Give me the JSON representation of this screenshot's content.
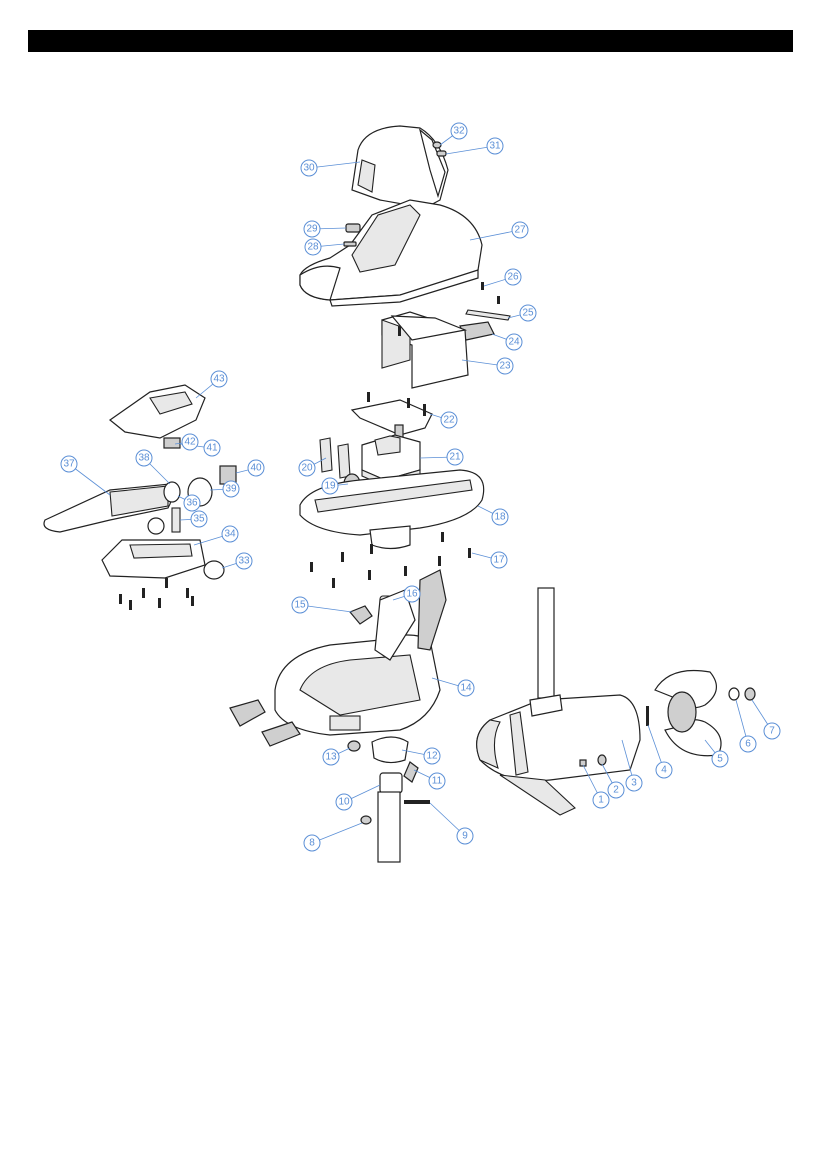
{
  "callouts": [
    {
      "label": "1"
    },
    {
      "label": "2"
    },
    {
      "label": "3"
    },
    {
      "label": "4"
    },
    {
      "label": "5"
    },
    {
      "label": "6"
    },
    {
      "label": "7"
    },
    {
      "label": "8"
    },
    {
      "label": "9"
    },
    {
      "label": "10"
    },
    {
      "label": "11"
    },
    {
      "label": "12"
    },
    {
      "label": "13"
    },
    {
      "label": "14"
    },
    {
      "label": "15"
    },
    {
      "label": "16"
    },
    {
      "label": "17"
    },
    {
      "label": "18"
    },
    {
      "label": "19"
    },
    {
      "label": "20"
    },
    {
      "label": "21"
    },
    {
      "label": "22"
    },
    {
      "label": "23"
    },
    {
      "label": "24"
    },
    {
      "label": "25"
    },
    {
      "label": "26"
    },
    {
      "label": "27"
    },
    {
      "label": "28"
    },
    {
      "label": "29"
    },
    {
      "label": "30"
    },
    {
      "label": "31"
    },
    {
      "label": "32"
    },
    {
      "label": "33"
    },
    {
      "label": "34"
    },
    {
      "label": "35"
    },
    {
      "label": "36"
    },
    {
      "label": "37"
    },
    {
      "label": "38"
    },
    {
      "label": "39"
    },
    {
      "label": "40"
    },
    {
      "label": "41"
    },
    {
      "label": "42"
    },
    {
      "label": "43"
    }
  ],
  "colors": {
    "callout": "#5b8fd6",
    "header_bar": "#000000"
  }
}
